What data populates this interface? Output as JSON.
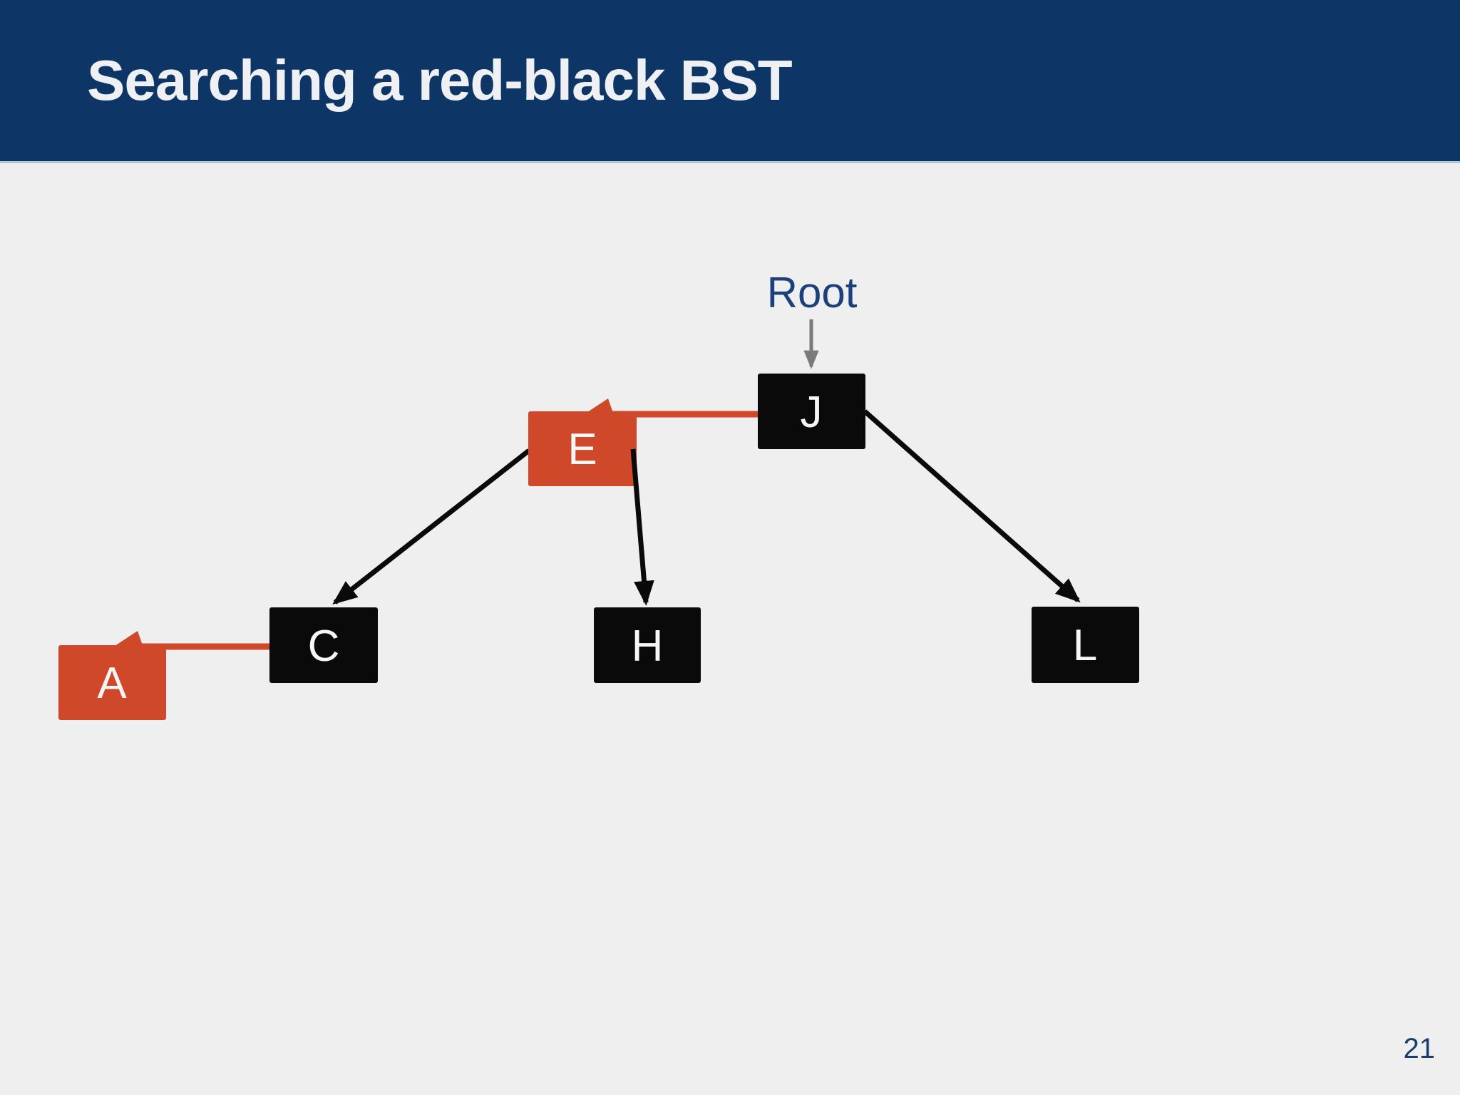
{
  "slide": {
    "title": "Searching a red-black BST",
    "page_number": "21"
  },
  "diagram": {
    "root_label": "Root",
    "nodes": [
      {
        "id": "J",
        "label": "J",
        "color": "black",
        "role": "root"
      },
      {
        "id": "E",
        "label": "E",
        "color": "red"
      },
      {
        "id": "C",
        "label": "C",
        "color": "black"
      },
      {
        "id": "A",
        "label": "A",
        "color": "red"
      },
      {
        "id": "H",
        "label": "H",
        "color": "black"
      },
      {
        "id": "L",
        "label": "L",
        "color": "black"
      }
    ],
    "edges": [
      {
        "from": "J",
        "to": "E",
        "type": "red-link"
      },
      {
        "from": "J",
        "to": "L",
        "type": "black-link"
      },
      {
        "from": "E",
        "to": "C",
        "type": "black-link"
      },
      {
        "from": "E",
        "to": "H",
        "type": "black-link"
      },
      {
        "from": "C",
        "to": "A",
        "type": "red-link"
      }
    ]
  },
  "colors": {
    "header_background": "#0d3566",
    "header_divider": "#b9c5d5",
    "title_text": "#eef0f4",
    "slide_background": "#efefef",
    "red_node": "#cf4829",
    "black_node": "#0a0a0a",
    "node_letter": "#f7f7f7",
    "root_label_text": "#1b407c",
    "root_arrow_gray": "#7a7a7a",
    "page_number_text": "#173d6d"
  }
}
